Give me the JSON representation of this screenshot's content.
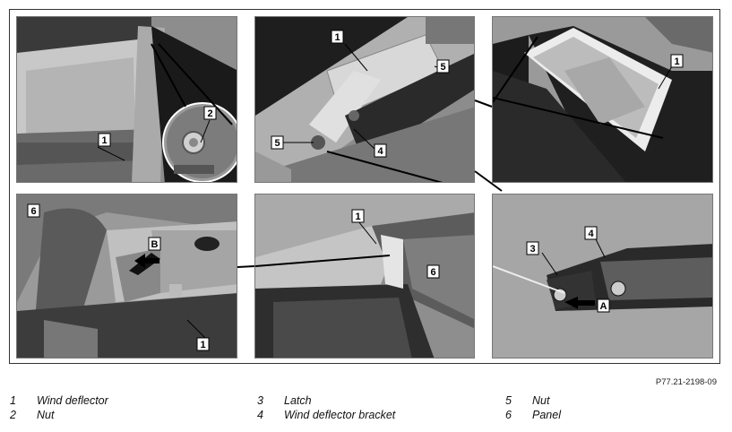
{
  "figure": {
    "reference_code": "P77.21-2198-09",
    "callouts": {
      "p1": [
        "1",
        "2"
      ],
      "p2": [
        "1",
        "5",
        "5",
        "4"
      ],
      "p3": [
        "1"
      ],
      "p4": [
        "6",
        "B",
        "1"
      ],
      "p5": [
        "1",
        "6"
      ],
      "p6": [
        "3",
        "4",
        "A"
      ]
    }
  },
  "legend": [
    {
      "num": "1",
      "label": "Wind deflector"
    },
    {
      "num": "2",
      "label": "Nut"
    },
    {
      "num": "3",
      "label": "Latch"
    },
    {
      "num": "4",
      "label": "Wind deflector bracket"
    },
    {
      "num": "5",
      "label": "Nut"
    },
    {
      "num": "6",
      "label": "Panel"
    }
  ]
}
